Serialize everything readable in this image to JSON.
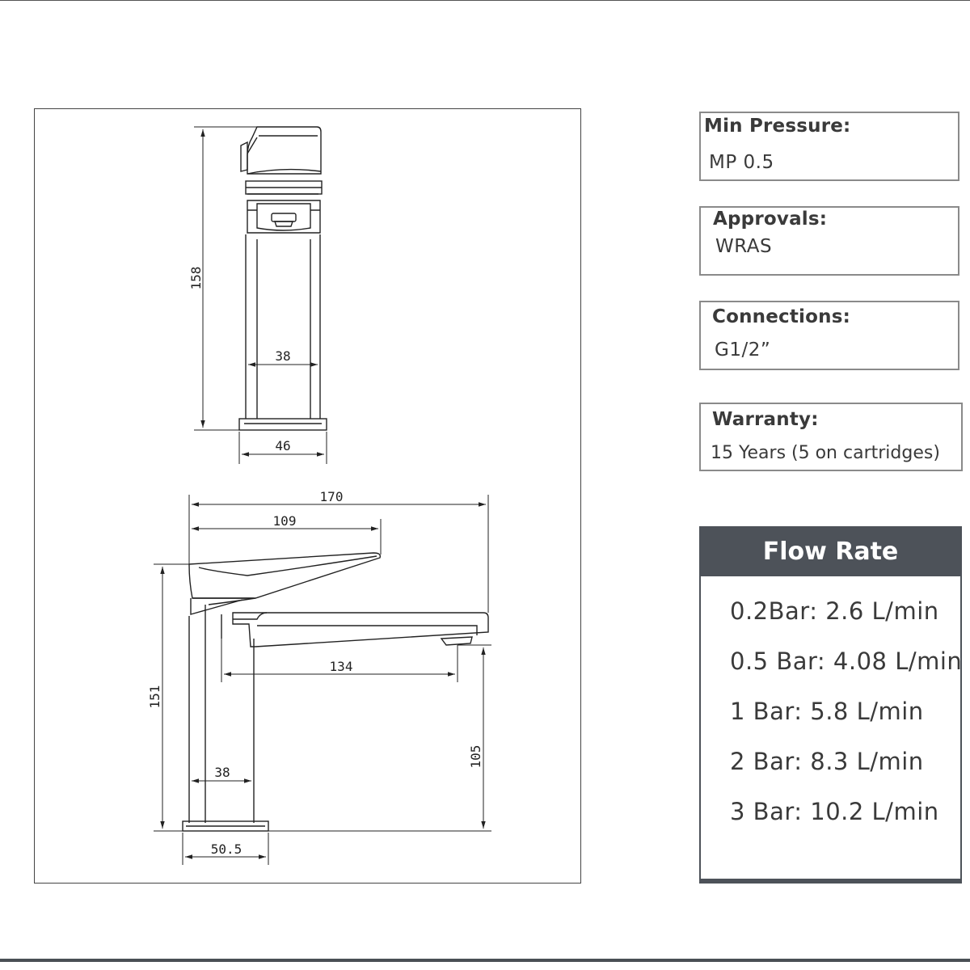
{
  "drawing": {
    "front_view": {
      "height_dim": "158",
      "body_width_dim": "38",
      "base_width_dim": "46"
    },
    "side_view": {
      "overall_length_dim": "170",
      "lever_length_dim": "109",
      "spout_reach_dim": "134",
      "overall_height_dim": "151",
      "spout_height_dim": "105",
      "body_width_dim": "38",
      "base_width_dim": "50.5"
    }
  },
  "specs": {
    "min_pressure": {
      "label": "Min Pressure:",
      "value": "MP 0.5"
    },
    "approvals": {
      "label": "Approvals:",
      "value": "WRAS"
    },
    "connections": {
      "label": "Connections:",
      "value": "G1/2”"
    },
    "warranty": {
      "label": "Warranty:",
      "value": "15 Years (5 on cartridges)"
    }
  },
  "flow_rate": {
    "title": "Flow Rate",
    "rows": [
      "0.2Bar: 2.6 L/min",
      "0.5 Bar: 4.08 L/min",
      "1 Bar: 5.8 L/min",
      "2 Bar: 8.3 L/min",
      "3 Bar: 10.2 L/min"
    ]
  },
  "colors": {
    "panel_header": "#4d5259",
    "line": "#222222",
    "box_border": "#8a8a8a"
  }
}
